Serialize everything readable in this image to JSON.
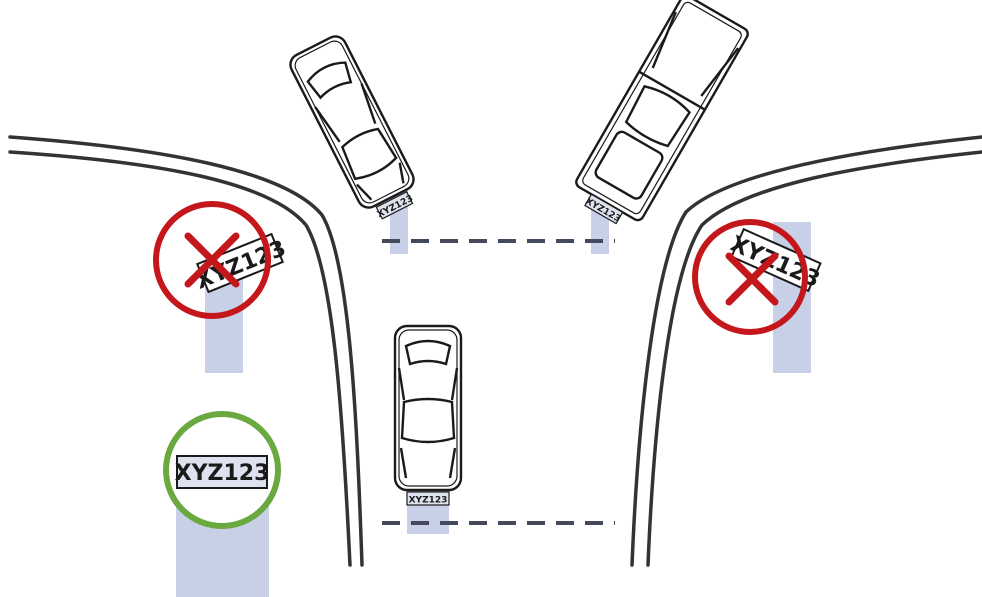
{
  "colors": {
    "background": "#ffffff",
    "road": "#333333",
    "beam": "#c7d0e7",
    "stop_line": "#444a5c",
    "incorrect": "#c4171c",
    "correct": "#6aa840",
    "plate_fill": "#dde2ee"
  },
  "plates": {
    "car_top_left": "XYZ123",
    "car_top_right": "XYZ123",
    "car_center": "XYZ123",
    "example_incorrect_left": "XYZ123",
    "example_incorrect_right": "XYZ123",
    "example_correct": "XYZ123"
  },
  "icons": [
    "cross-mark-icon",
    "cross-mark-icon",
    "check-circle-icon"
  ]
}
